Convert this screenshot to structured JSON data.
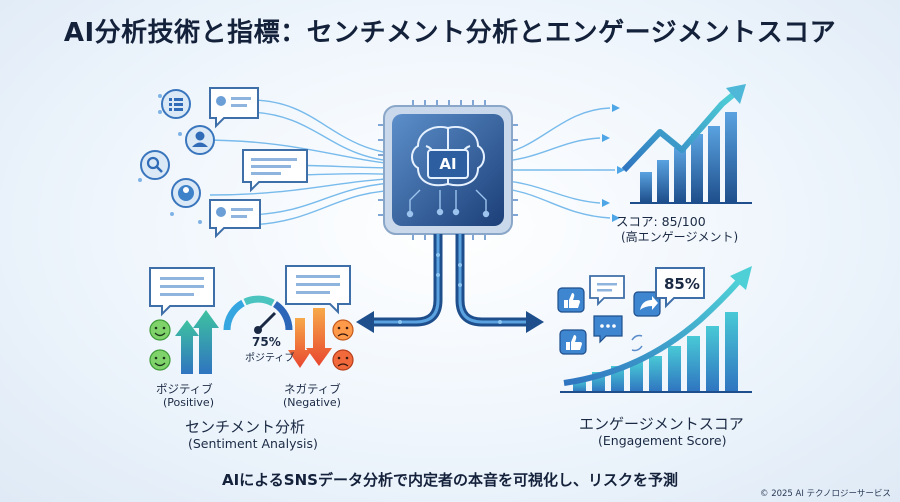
{
  "title": "AI分析技術と指標：センチメント分析とエンゲージメントスコア",
  "center": {
    "label": "AI"
  },
  "score": {
    "line1": "スコア: 85/100",
    "line2": "(高エンゲージメント)"
  },
  "sentiment": {
    "gauge_percent": "75%",
    "gauge_label": "ポジティブ",
    "gauge_value": 0.75,
    "positive_jp": "ポジティブ",
    "positive_en": "(Positive)",
    "negative_jp": "ネガティブ",
    "negative_en": "(Negative)",
    "label_jp": "センチメント分析",
    "label_en": "(Sentiment Analysis)"
  },
  "engagement": {
    "bubble_percent": "85%",
    "label_jp": "エンゲージメントスコア",
    "label_en": "(Engagement Score)"
  },
  "footer": "AIによるSNSデータ分析で内定者の本音を可視化し、リスクを予測",
  "copyright": "© 2025 AI テクノロジーサービス",
  "colors": {
    "primary": "#2f74c0",
    "accent": "#2bb7c9",
    "positive": "#3ec2a0",
    "negative": "#f06a3c",
    "dark_blue": "#1e4f8c"
  },
  "icons": [
    "list-icon",
    "user-icon",
    "search-icon",
    "like-icon",
    "share-icon",
    "comment-icon",
    "brain-icon",
    "happy-face-icon",
    "sad-face-icon",
    "gauge-icon"
  ]
}
